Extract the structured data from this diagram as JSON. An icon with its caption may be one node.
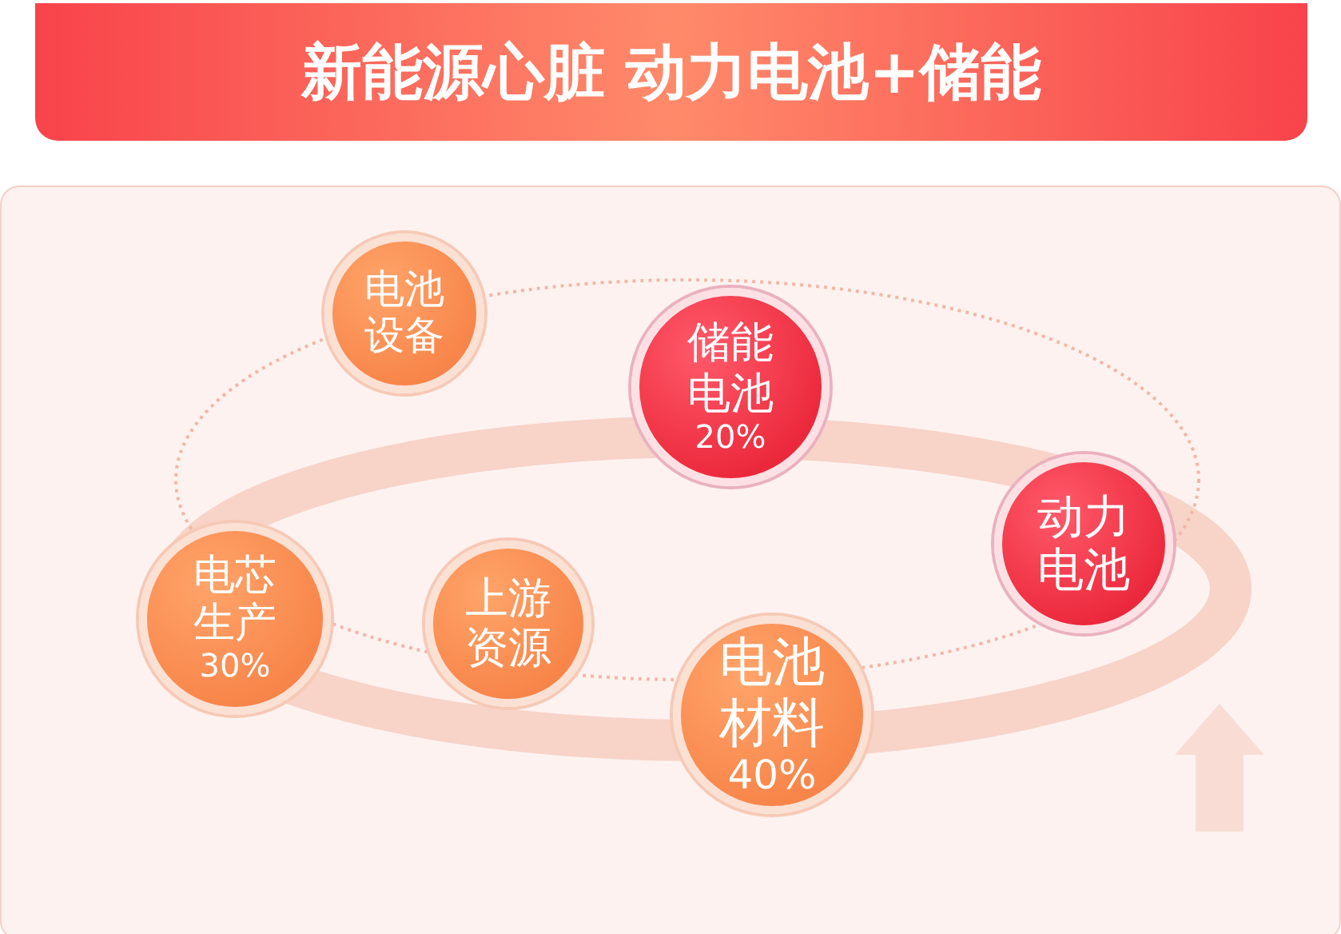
{
  "diagram": {
    "title": "新能源心脏 动力电池+储能",
    "nodes": [
      {
        "text": [
          "电池设备"
        ]
      },
      {
        "text": [
          "储能电池",
          "20%"
        ]
      },
      {
        "text": [
          "动力电池"
        ]
      },
      {
        "text": [
          "电芯生产",
          "30%"
        ]
      },
      {
        "text": [
          "上游资源"
        ]
      },
      {
        "text": [
          "电池材料",
          "40%"
        ]
      }
    ]
  }
}
